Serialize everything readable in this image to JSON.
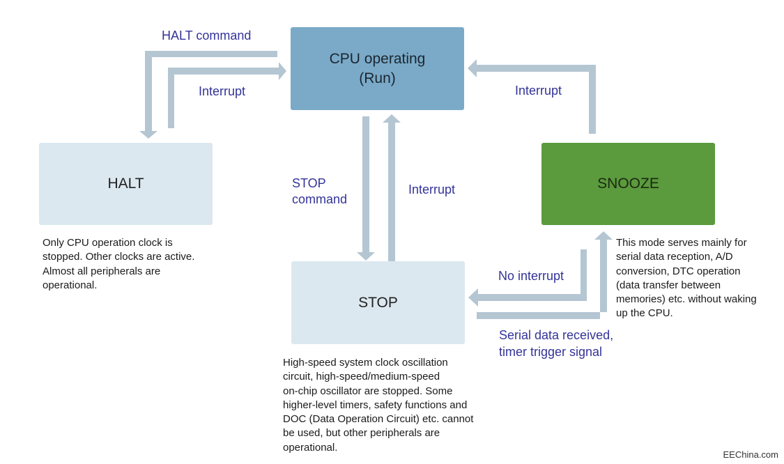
{
  "states": {
    "cpu": {
      "lines": [
        "CPU operating",
        "(Run)"
      ]
    },
    "halt": {
      "label": "HALT"
    },
    "stop": {
      "label": "STOP"
    },
    "snooze": {
      "label": "SNOOZE"
    }
  },
  "transitions": {
    "halt_command": "HALT command",
    "halt_interrupt": "Interrupt",
    "stop_command": [
      "STOP",
      "command"
    ],
    "stop_interrupt": "Interrupt",
    "snooze_interrupt": "Interrupt",
    "no_interrupt": "No interrupt",
    "serial_trigger": [
      "Serial data received,",
      "timer trigger signal"
    ]
  },
  "descriptions": {
    "halt": [
      "Only CPU operation clock is",
      "stopped. Other clocks are active.",
      "Almost all peripherals are",
      "operational."
    ],
    "snooze": [
      "This mode serves mainly for",
      "serial data reception, A/D",
      "conversion, DTC operation",
      "(data transfer between",
      "memories) etc. without waking",
      "up the CPU."
    ],
    "stop": [
      "High-speed system clock oscillation",
      "circuit, high-speed/medium-speed",
      "on-chip oscillator are stopped. Some",
      "higher-level timers, safety functions and",
      "DOC (Data Operation Circuit) etc. cannot",
      "be used, but other peripherals are",
      "operational."
    ]
  },
  "watermark": "EEChina.com",
  "colors": {
    "cpu_box": "#7aaac8",
    "light_box": "#dce8f0",
    "snooze_box": "#5b9a3d",
    "arrow": "#b4c6d2",
    "label_text": "#333399"
  }
}
